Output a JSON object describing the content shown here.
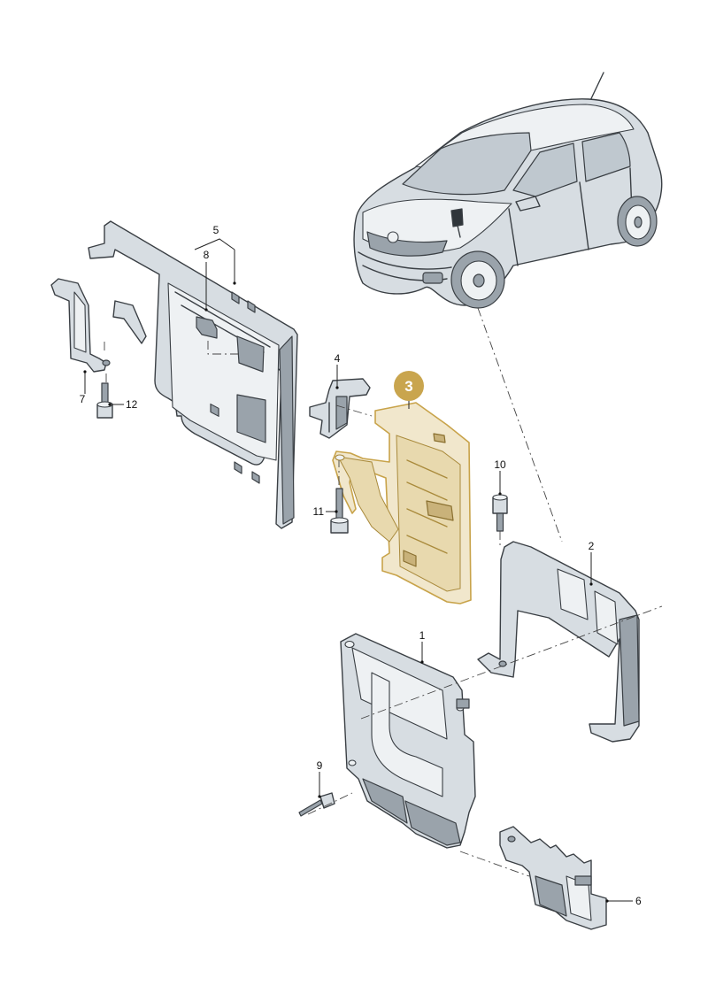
{
  "callouts": {
    "c1": "1",
    "c2": "2",
    "c3": "3",
    "c4": "4",
    "c5": "5",
    "c6": "6",
    "c7": "7",
    "c8": "8",
    "c9": "9",
    "c10": "10",
    "c11": "11",
    "c12": "12"
  },
  "highlighted_part": "3",
  "colors": {
    "highlight_badge": "#c9a54e",
    "highlight_outline": "#c8a34a",
    "part_fill": "#d7dde2",
    "line": "#3a3f44"
  },
  "icons": [
    "vehicle-illustration",
    "mounting-frame",
    "control-unit-housing",
    "control-unit",
    "support-bracket",
    "bolt-icon",
    "clip-icon"
  ]
}
